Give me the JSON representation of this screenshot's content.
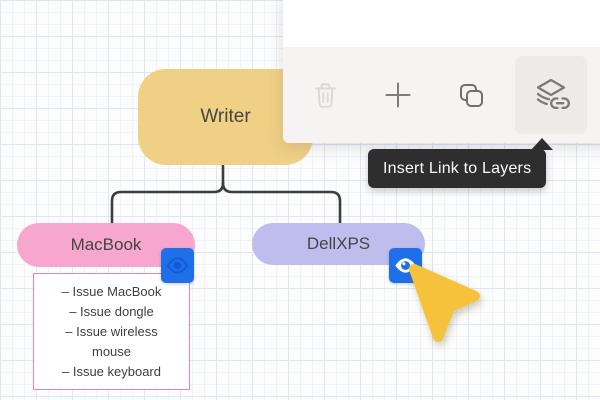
{
  "app": {
    "description": "Mind-map diagram canvas with layers toolbar",
    "colors": {
      "node_writer": "#f0d085",
      "node_macbook": "#f7a6ce",
      "node_dellxps": "#bfbdee",
      "connector": "#3d3d3d",
      "note_border": "#f480ae",
      "eye_badge": "#1f6fe8",
      "tooltip_bg": "#2e2e2e",
      "cursor": "#f6c23b",
      "panel_body": "#f5f4f2",
      "active_button_bg": "#edebe8"
    }
  },
  "canvas": {
    "nodes": [
      {
        "id": "writer",
        "label": "Writer"
      },
      {
        "id": "macbook",
        "label": "MacBook"
      },
      {
        "id": "dellxps",
        "label": "DellXPS"
      }
    ],
    "note": {
      "items": [
        "– Issue MacBook",
        "– Issue dongle",
        "– Issue wireless mouse",
        "– Issue keyboard"
      ]
    }
  },
  "toolbar": {
    "buttons": [
      {
        "id": "delete",
        "icon": "trash-icon",
        "state": "disabled"
      },
      {
        "id": "add",
        "icon": "plus-icon",
        "state": "normal"
      },
      {
        "id": "duplicate",
        "icon": "duplicate-icon",
        "state": "normal"
      },
      {
        "id": "link-layers",
        "icon": "layers-link-icon",
        "state": "active"
      }
    ]
  },
  "tooltip": {
    "text": "Insert Link to Layers"
  }
}
